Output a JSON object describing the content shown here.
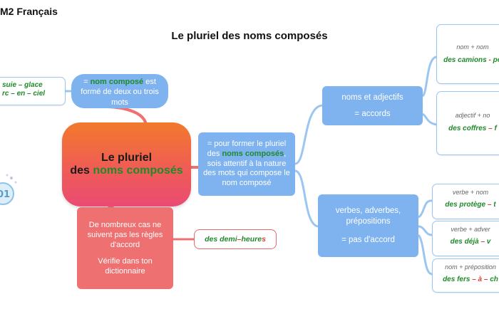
{
  "header": "M2 Français",
  "title": "Le pluriel des noms composés",
  "central": {
    "line1": "Le pluriel",
    "line2_a": "des ",
    "line2_b": "noms composés"
  },
  "cloud": {
    "prefix": "= ",
    "term": "nom composé",
    "suffix": " est formé de deux ou trois mots"
  },
  "left_example": {
    "line1": "suie – glace",
    "line2": "rc – en – ciel"
  },
  "rule": {
    "a": "= pour former le pluriel des ",
    "term": "noms composés",
    "b": ", sois attentif à la nature des mots qui compose le nom composé"
  },
  "branch1": {
    "line1": "noms et adjectifs",
    "line2": "= accords"
  },
  "branch2": {
    "line1": "verbes, adverbes, prépositions",
    "line2": "= pas d'accord"
  },
  "note": {
    "line1": "De nombreux cas ne suivent pas les règles d'accord",
    "line2": "Vérifie dans ton dictionnaire"
  },
  "demi_example": {
    "a": "des demi",
    "sep": " – ",
    "b": "heure",
    "c": "s"
  },
  "cards": [
    {
      "formula": "nom + nom",
      "ex_a": "des camions",
      "ex_sep": " - ",
      "ex_b": "po"
    },
    {
      "formula": "adjectif + no",
      "ex_a": "des coffres",
      "ex_sep": " – ",
      "ex_b": "f"
    },
    {
      "formula": "verbe + nom",
      "ex_a": "des protège",
      "ex_sep": " – ",
      "ex_b": "t"
    },
    {
      "formula": "verbe + adver",
      "ex_a": "des déjà",
      "ex_sep": " – ",
      "ex_b": "v"
    },
    {
      "formula": "nom + préposition",
      "ex_a": "des fers",
      "ex_sep": " – à – ",
      "ex_b": "ch"
    }
  ],
  "colors": {
    "blue": "#7fb3ef",
    "red": "#ef7070",
    "green": "#1f8a2a",
    "link_blue": "#9cc6f2",
    "link_red": "#ef7070"
  },
  "logo_icon": "decorative-badge-icon"
}
